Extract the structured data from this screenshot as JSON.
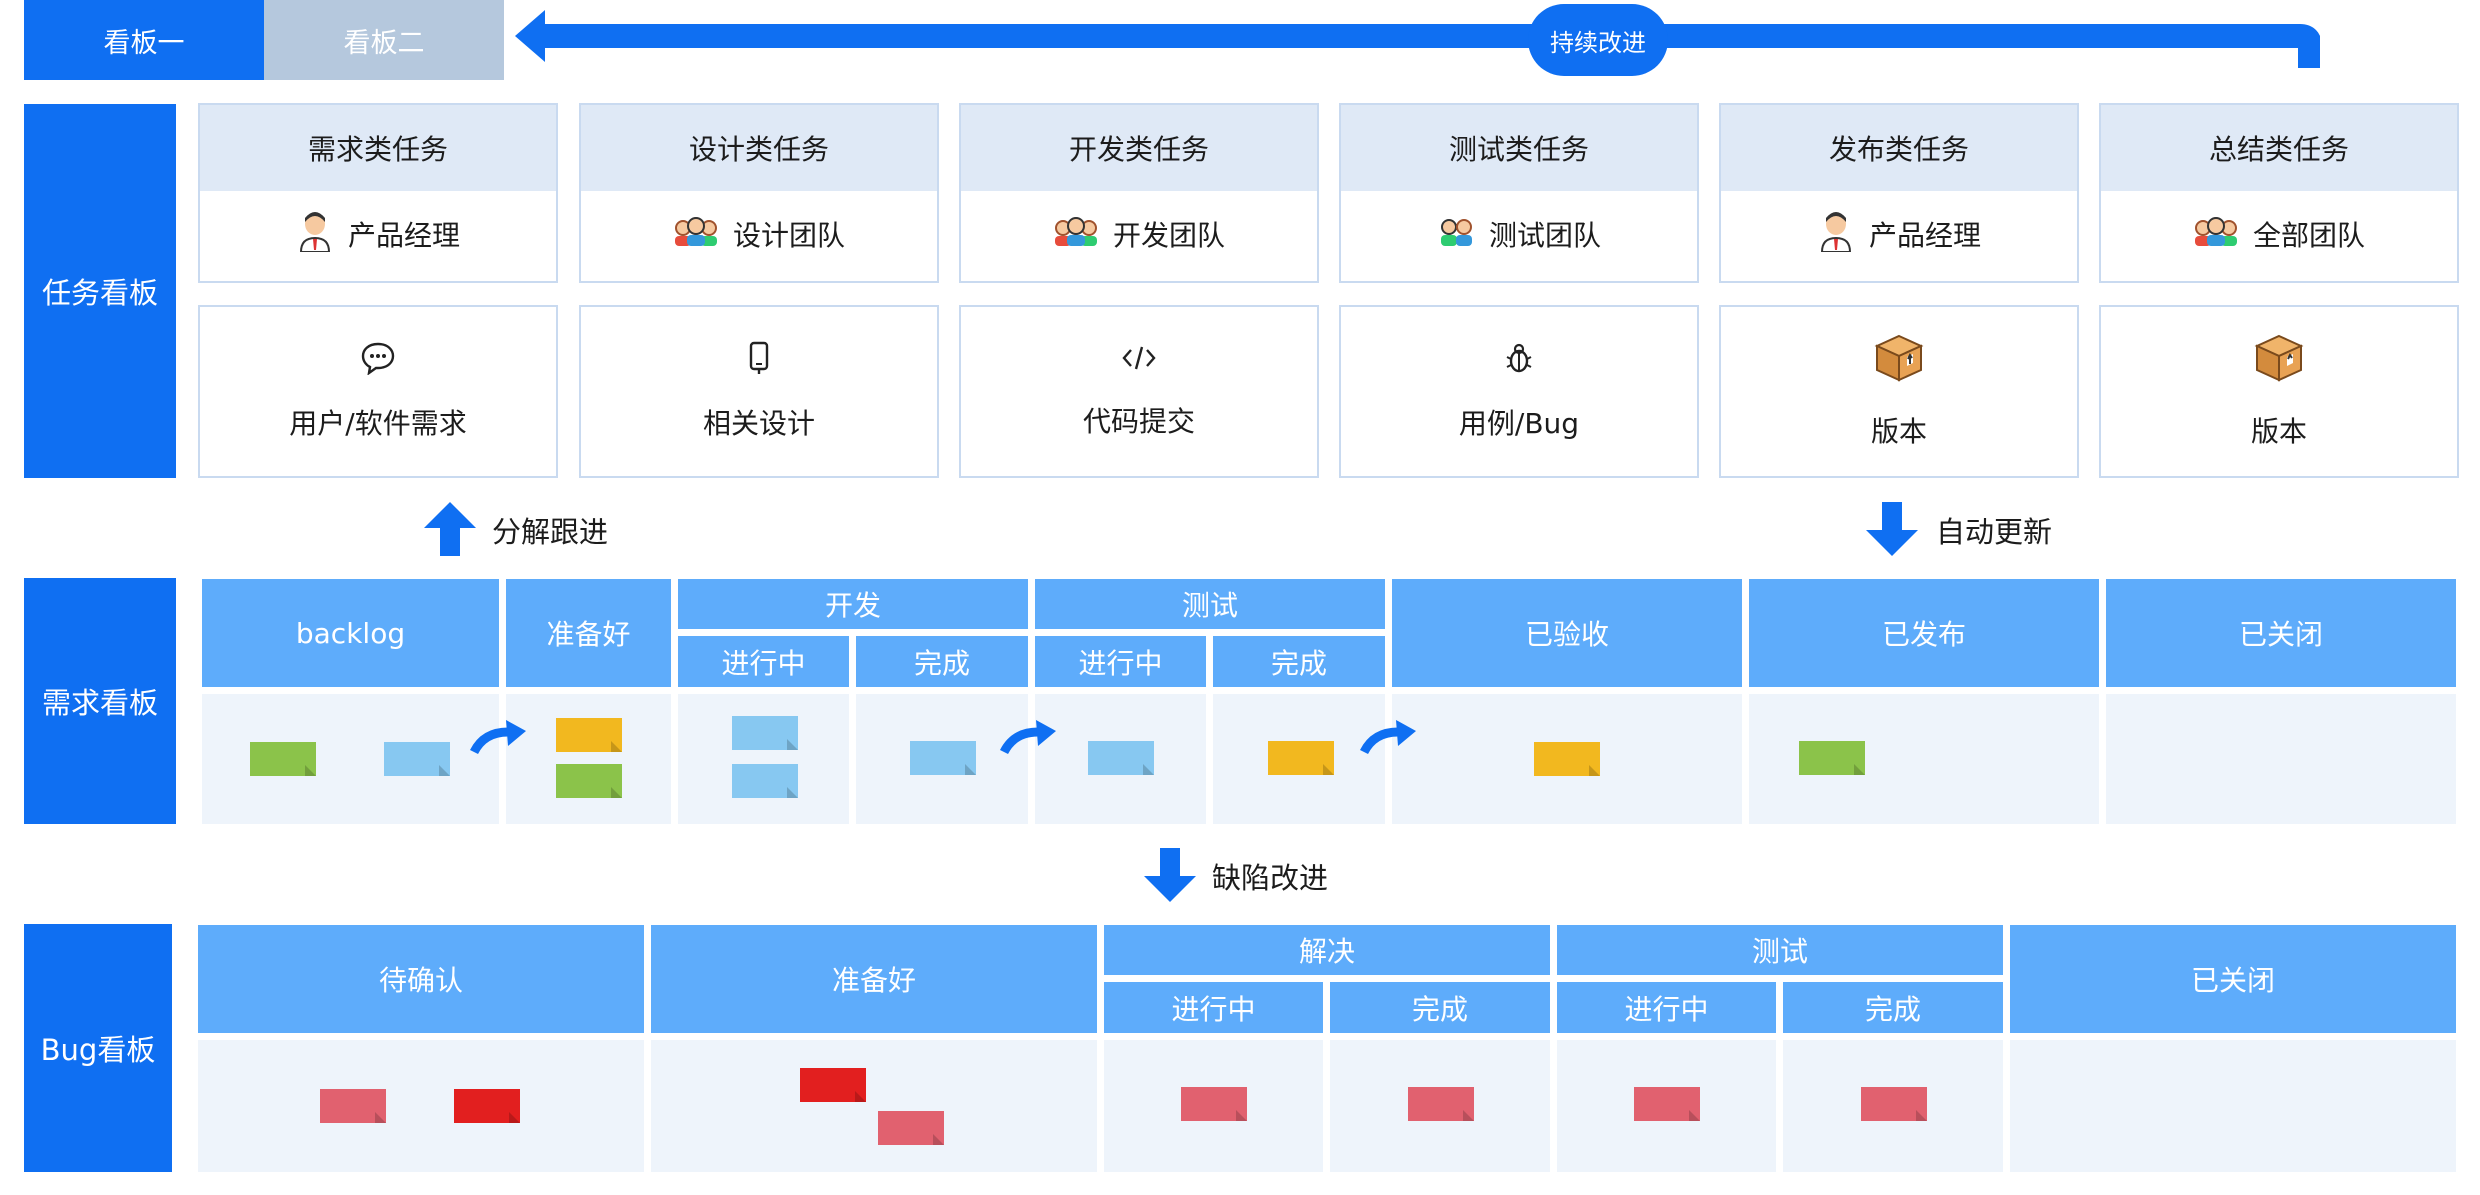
{
  "tabs": [
    {
      "label": "看板一",
      "color": "#0f6ff2"
    },
    {
      "label": "看板二",
      "color": "#b5c8dd"
    }
  ],
  "improve_label": "持续改进",
  "rows": {
    "task": "任务看板",
    "req": "需求看板",
    "bug": "Bug看板"
  },
  "tasks": [
    {
      "title": "需求类任务",
      "team": "产品经理",
      "team_icon": "product-manager-icon",
      "artifact": "用户/软件需求",
      "artifact_icon": "chat-bubble-icon"
    },
    {
      "title": "设计类任务",
      "team": "设计团队",
      "team_icon": "team-icon",
      "artifact": "相关设计",
      "artifact_icon": "phone-icon"
    },
    {
      "title": "开发类任务",
      "team": "开发团队",
      "team_icon": "team-icon",
      "artifact": "代码提交",
      "artifact_icon": "code-icon"
    },
    {
      "title": "测试类任务",
      "team": "测试团队",
      "team_icon": "test-team-icon",
      "artifact": "用例/Bug",
      "artifact_icon": "bug-icon"
    },
    {
      "title": "发布类任务",
      "team": "产品经理",
      "team_icon": "product-manager-icon",
      "artifact": "版本",
      "artifact_icon": "package-icon"
    },
    {
      "title": "总结类任务",
      "team": "全部团队",
      "team_icon": "team-icon",
      "artifact": "版本",
      "artifact_icon": "package-icon"
    }
  ],
  "flows": {
    "decompose": "分解跟进",
    "auto_update": "自动更新",
    "defect": "缺陷改进"
  },
  "req_board": {
    "groups": {
      "dev": "开发",
      "test": "测试"
    },
    "columns": [
      "backlog",
      "准备好",
      "进行中",
      "完成",
      "进行中",
      "完成",
      "已验收",
      "已发布",
      "已关闭"
    ]
  },
  "bug_board": {
    "groups": {
      "solve": "解决",
      "test": "测试"
    },
    "columns": [
      "待确认",
      "准备好",
      "进行中",
      "完成",
      "进行中",
      "完成",
      "已关闭"
    ]
  },
  "colors": {
    "primary": "#0f6ff2",
    "column_header": "#5eacfb",
    "column_body": "#eef4fb",
    "note_green": "#8bc34a",
    "note_blue": "#87c8f1",
    "note_yellow": "#f2b81f",
    "note_red": "#e21f1f",
    "note_pink": "#e1616f"
  }
}
